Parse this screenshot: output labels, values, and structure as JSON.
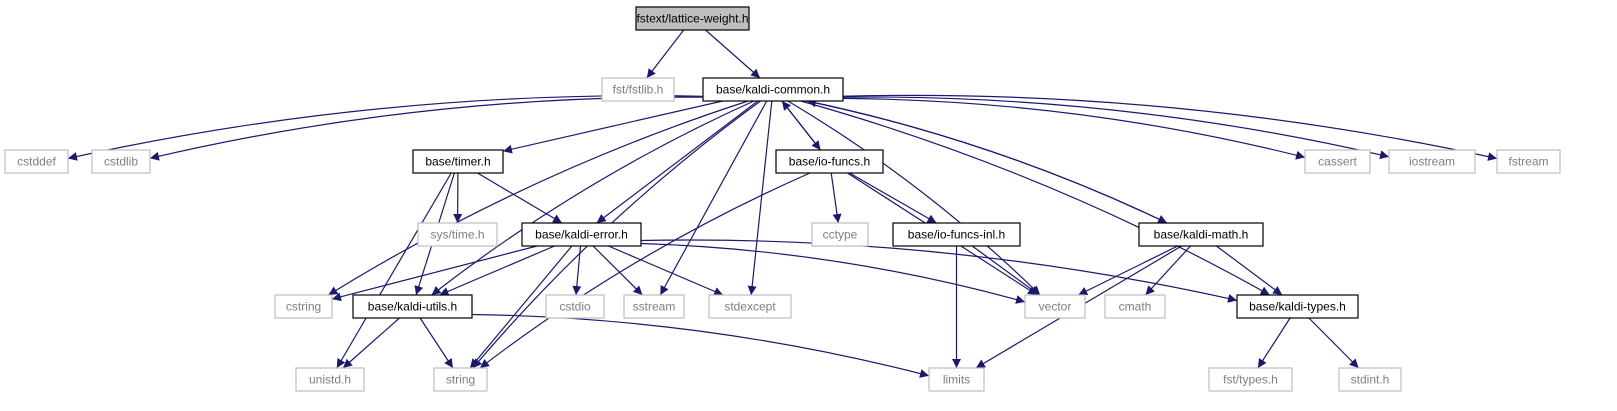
{
  "diagram": {
    "colors": {
      "edge": "#191970",
      "root_fill": "#bfbfbf",
      "ext_border": "#bfbfbf",
      "ext_text": "#7f7f7f"
    },
    "nodes": [
      {
        "id": "root",
        "label": "fstext/lattice-weight.h",
        "kind": "root"
      },
      {
        "id": "fstlib",
        "label": "fst/fstlib.h",
        "kind": "ext"
      },
      {
        "id": "common",
        "label": "base/kaldi-common.h",
        "kind": "doc"
      },
      {
        "id": "cstddef",
        "label": "cstddef",
        "kind": "ext"
      },
      {
        "id": "cstdlib",
        "label": "cstdlib",
        "kind": "ext"
      },
      {
        "id": "timer",
        "label": "base/timer.h",
        "kind": "doc"
      },
      {
        "id": "iofuncs",
        "label": "base/io-funcs.h",
        "kind": "doc"
      },
      {
        "id": "cassert",
        "label": "cassert",
        "kind": "ext"
      },
      {
        "id": "iostream",
        "label": "iostream",
        "kind": "ext"
      },
      {
        "id": "fstream",
        "label": "fstream",
        "kind": "ext"
      },
      {
        "id": "systime",
        "label": "sys/time.h",
        "kind": "ext"
      },
      {
        "id": "error",
        "label": "base/kaldi-error.h",
        "kind": "doc"
      },
      {
        "id": "cctype",
        "label": "cctype",
        "kind": "ext"
      },
      {
        "id": "iofuncsinl",
        "label": "base/io-funcs-inl.h",
        "kind": "doc"
      },
      {
        "id": "math",
        "label": "base/kaldi-math.h",
        "kind": "doc"
      },
      {
        "id": "cstring",
        "label": "cstring",
        "kind": "ext"
      },
      {
        "id": "utils",
        "label": "base/kaldi-utils.h",
        "kind": "doc"
      },
      {
        "id": "cstdio",
        "label": "cstdio",
        "kind": "ext"
      },
      {
        "id": "sstream",
        "label": "sstream",
        "kind": "ext"
      },
      {
        "id": "stdexcept",
        "label": "stdexcept",
        "kind": "ext"
      },
      {
        "id": "vector",
        "label": "vector",
        "kind": "ext"
      },
      {
        "id": "cmath",
        "label": "cmath",
        "kind": "ext"
      },
      {
        "id": "types",
        "label": "base/kaldi-types.h",
        "kind": "doc"
      },
      {
        "id": "unistd",
        "label": "unistd.h",
        "kind": "ext"
      },
      {
        "id": "string",
        "label": "string",
        "kind": "ext"
      },
      {
        "id": "limits",
        "label": "limits",
        "kind": "ext"
      },
      {
        "id": "fsttypes",
        "label": "fst/types.h",
        "kind": "ext"
      },
      {
        "id": "stdint",
        "label": "stdint.h",
        "kind": "ext"
      }
    ],
    "edges": [
      [
        "root",
        "fstlib"
      ],
      [
        "root",
        "common"
      ],
      [
        "common",
        "cstddef"
      ],
      [
        "common",
        "cstdlib"
      ],
      [
        "common",
        "timer"
      ],
      [
        "common",
        "iofuncs"
      ],
      [
        "common",
        "cassert"
      ],
      [
        "common",
        "iostream"
      ],
      [
        "common",
        "fstream"
      ],
      [
        "common",
        "error"
      ],
      [
        "common",
        "math"
      ],
      [
        "common",
        "types"
      ],
      [
        "common",
        "cstring"
      ],
      [
        "common",
        "utils"
      ],
      [
        "common",
        "sstream"
      ],
      [
        "common",
        "stdexcept"
      ],
      [
        "common",
        "vector"
      ],
      [
        "common",
        "string"
      ],
      [
        "timer",
        "systime"
      ],
      [
        "timer",
        "error"
      ],
      [
        "timer",
        "utils"
      ],
      [
        "timer",
        "unistd"
      ],
      [
        "iofuncs",
        "common"
      ],
      [
        "iofuncs",
        "cctype"
      ],
      [
        "iofuncs",
        "iofuncsinl"
      ],
      [
        "iofuncs",
        "vector"
      ],
      [
        "iofuncs",
        "string"
      ],
      [
        "iofuncsinl",
        "vector"
      ],
      [
        "iofuncsinl",
        "limits"
      ],
      [
        "math",
        "common"
      ],
      [
        "math",
        "vector"
      ],
      [
        "math",
        "cmath"
      ],
      [
        "math",
        "types"
      ],
      [
        "math",
        "limits"
      ],
      [
        "error",
        "cstring"
      ],
      [
        "error",
        "utils"
      ],
      [
        "error",
        "cstdio"
      ],
      [
        "error",
        "sstream"
      ],
      [
        "error",
        "stdexcept"
      ],
      [
        "error",
        "vector"
      ],
      [
        "error",
        "string"
      ],
      [
        "error",
        "types"
      ],
      [
        "utils",
        "unistd"
      ],
      [
        "utils",
        "string"
      ],
      [
        "utils",
        "limits"
      ],
      [
        "types",
        "fsttypes"
      ],
      [
        "types",
        "stdint"
      ]
    ]
  }
}
